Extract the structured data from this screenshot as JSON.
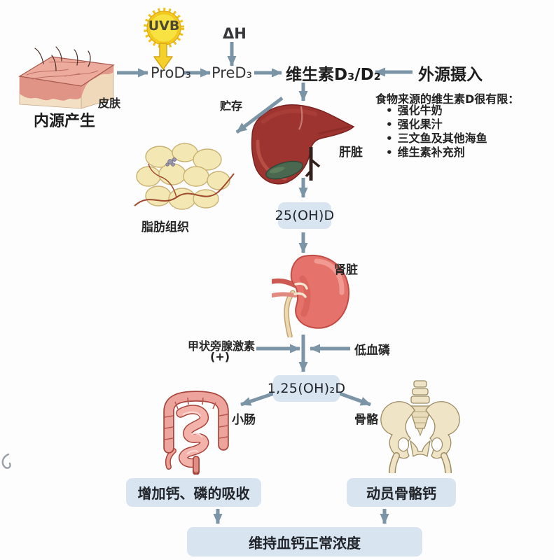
{
  "diagram": {
    "skin": {
      "organ_label": "皮肤",
      "pathway_label": "内源产生"
    },
    "uvb_label": "UVB",
    "prod3_label": "ProD₃",
    "pred3_label": "PreD₃",
    "heat_label": "ΔH",
    "vitamin_d_label": "维生素D₃/D₂",
    "exogenous": {
      "title": "外源摄入",
      "note_heading": "食物来源的维生素D很有限：",
      "sources": [
        "强化牛奶",
        "强化果汁",
        "三文鱼及其他海鱼",
        "维生素补充剂"
      ]
    },
    "storage": {
      "arrow_label": "贮存",
      "tissue_label": "脂肪组织"
    },
    "liver": {
      "organ_label": "肝脏",
      "metabolite": "25(OH)D"
    },
    "kidney": {
      "organ_label": "肾脏",
      "metabolite": "1,25(OH)₂D",
      "pth_label": "甲状旁腺激素",
      "pth_sign": "(+)",
      "phosphate_label": "低血磷"
    },
    "intestine": {
      "organ_label": "小肠",
      "effect": "增加钙、磷的吸收"
    },
    "bone": {
      "organ_label": "骨骼",
      "effect": "动员骨骼钙"
    },
    "outcome": "维持血钙正常浓度",
    "colors": {
      "arrow": "#7b94a6",
      "box_fill": "#d8e4ef",
      "uvb_yellow": "#f3d02b"
    }
  }
}
